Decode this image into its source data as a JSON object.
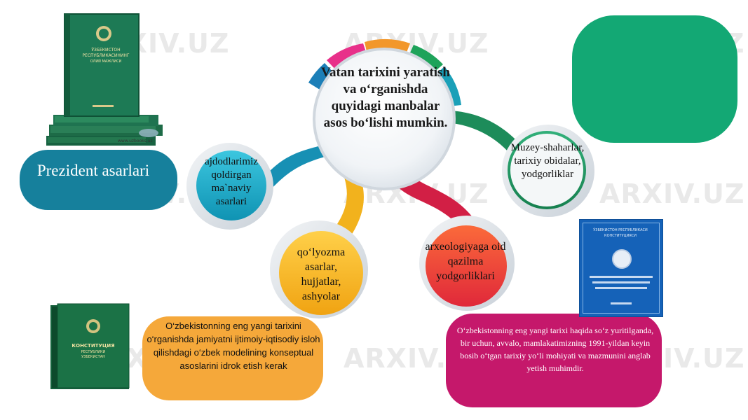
{
  "watermark": "ARXIV.UZ",
  "hub": {
    "text": "Vatan tarixini yaratish va o‘rganishda quyidagi manbalar asos bo‘lishi mumkin."
  },
  "nodes": {
    "ajdodlar": "ajdodlarimiz qoldirgan ma`naviy asarlari",
    "qolyozma": "qo‘lyozma asarlar, hujjatlar, ashyolar",
    "arxeologiya": "arxeologiyaga oid qazilma yodgorliklari",
    "muzey": "Muzey-shaharlar, tarixiy obidalar, yodgorliklar"
  },
  "labels": {
    "prezident": "Prezident asarlari",
    "orange_note": "O‘zbekistonning eng yangi tarixini o‘rganishda jamiyatni ijtimoiy-iqtisodiy isloh qilishdagi o‘zbek modelining konseptual asoslarini idrok etish kerak",
    "magenta_note": "O‘zbekistonning eng yangi tarixi haqida so‘z yuritilganda, bir uchun, avvalo, mamlakatimizning 1991-yildan keyin bosib o‘tgan tarixiy yo‘li mohiyati va mazmunini anglab yetish muhimdir."
  },
  "images": {
    "books_top_line1": "ЎЗБЕКИСТОН",
    "books_top_line2": "РЕСПУБЛИКАСИНИНГ",
    "books_top_line3": "ОЛИЙ МАЖЛИСИ",
    "books_top_site": "www.uzbooks.uz",
    "constitution_line1": "КОНСТИТУЦИЯ",
    "constitution_line2": "РЕСПУБЛИКИ",
    "constitution_line3": "УЗБЕКИСТАН",
    "blue_doc_line1": "ЎЗБЕКИСТОН РЕСПУБЛИКАСИ",
    "blue_doc_line2": "КОНСТИТУЦИЯСИ"
  },
  "colors": {
    "teal": "#16809c",
    "green": "#13a874",
    "orange": "#f5a83a",
    "magenta": "#c5186b",
    "cyan": "#14aac6",
    "yellow": "#f2b21d",
    "red": "#e6303d",
    "darkgreen": "#1d8c5a"
  }
}
